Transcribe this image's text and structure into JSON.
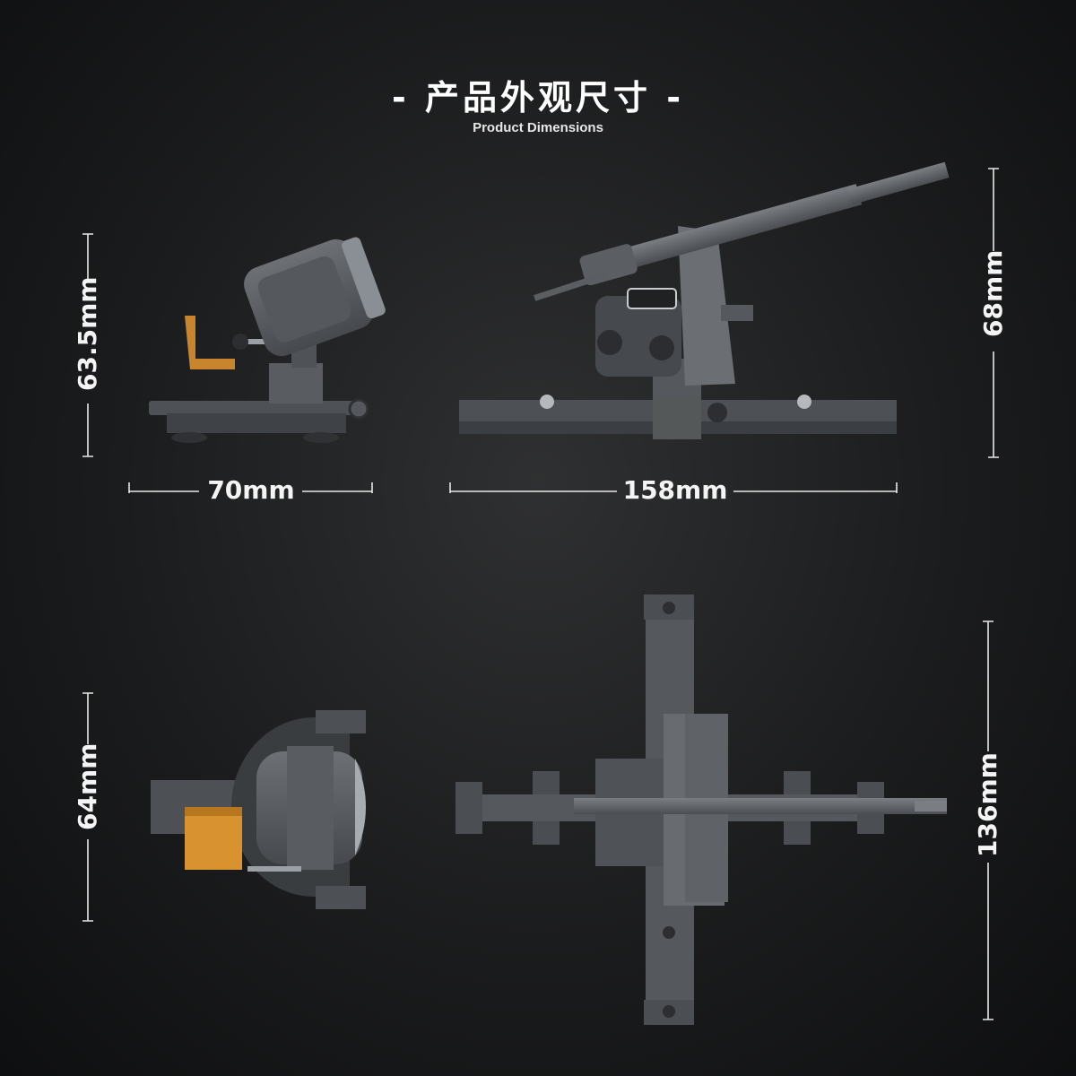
{
  "header": {
    "title_cn": "- 产品外观尺寸 -",
    "title_en": "Product Dimensions"
  },
  "dimensions": {
    "side_height": "63.5mm",
    "side_width": "70mm",
    "front_height": "68mm",
    "front_length": "158mm",
    "top_depth": "64mm",
    "top_length": "136mm"
  },
  "colors": {
    "model_gray": "#5a5d61",
    "model_dark": "#3d4044",
    "accent_orange": "#c9842e",
    "line_white": "#e8e8e8"
  }
}
